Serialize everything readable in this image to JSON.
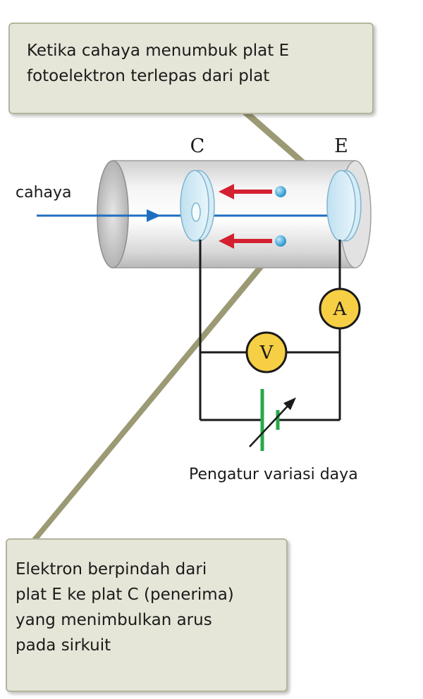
{
  "callout_top": {
    "lines": [
      "Ketika cahaya menumbuk plat E",
      "fotoelektron terlepas dari plat"
    ]
  },
  "callout_bottom": {
    "lines": [
      "Elektron berpindah dari",
      "plat E ke plat C (penerima)",
      "yang menimbulkan arus",
      "pada sirkuit"
    ]
  },
  "labels": {
    "plate_c": "C",
    "plate_e": "E",
    "light": "cahaya",
    "ammeter": "A",
    "voltmeter": "V",
    "power_supply": "Pengatur variasi daya"
  },
  "colors": {
    "light_ray": "#1f6fc1",
    "arrow": "#d42030",
    "electron": "#2aa3d8",
    "meter_fill": "#f7cf45",
    "battery": "#28a84a",
    "wire": "#1a1a1a",
    "callout_bg": "#e6e6d8",
    "leader": "#9c9a74"
  }
}
